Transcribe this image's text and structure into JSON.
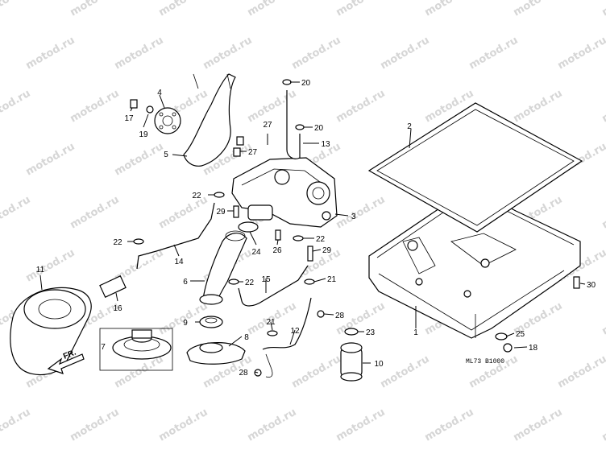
{
  "watermark": "motod.ru",
  "diagram_code": "ML73 B1000",
  "direction_label": "FR.",
  "callouts": [
    "1",
    "2",
    "3",
    "4",
    "5",
    "6",
    "7",
    "8",
    "9",
    "10",
    "11",
    "12",
    "13",
    "14",
    "15",
    "16",
    "17",
    "18",
    "19",
    "20",
    "20",
    "21",
    "21",
    "22",
    "22",
    "22",
    "22",
    "23",
    "24",
    "25",
    "26",
    "27",
    "27",
    "28",
    "28",
    "29",
    "29",
    "30"
  ]
}
